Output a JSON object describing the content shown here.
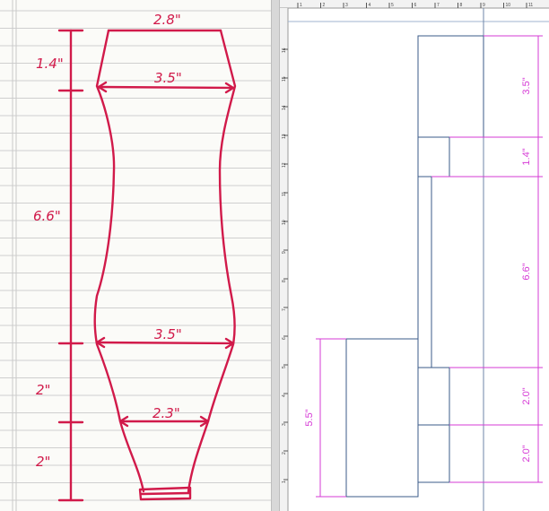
{
  "sketch": {
    "top_width": "2.8\"",
    "upper_width": "3.5\"",
    "lower_width": "3.5\"",
    "neck_width": "2.3\"",
    "seg_top": "1.4\"",
    "seg_mid": "6.6\"",
    "seg_lower": "2\"",
    "seg_bottom": "2\"",
    "ink_color": "#d11a4a"
  },
  "cad": {
    "dims": [
      "3.5\"",
      "1.4\"",
      "6.6\"",
      "2.0\"",
      "2.0\""
    ],
    "left_dim": "5.5\"",
    "ruler_top": [
      "1",
      "2",
      "3",
      "4",
      "5",
      "6",
      "7",
      "8",
      "9",
      "10",
      "11"
    ],
    "ruler_left": [
      "16",
      "15",
      "14",
      "13",
      "12",
      "11",
      "10",
      "9",
      "8",
      "7",
      "6",
      "5",
      "4",
      "3",
      "2",
      "1"
    ],
    "line_color": "#3b5b8a",
    "dim_color": "#d63bd6"
  }
}
